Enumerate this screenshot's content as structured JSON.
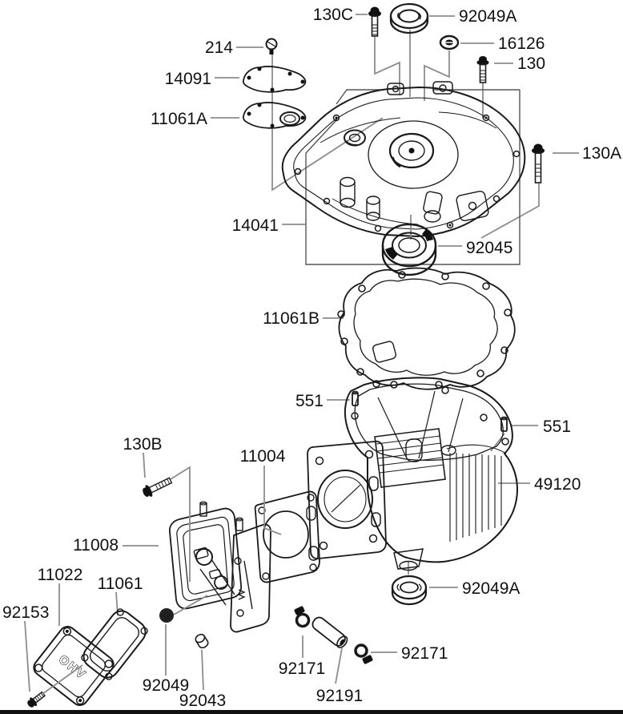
{
  "page": {
    "background": "#ffffff",
    "footer_bar_color": "#111111"
  },
  "diagram": {
    "line_color": "#1a1a1a",
    "leader_color": "#8c8c8c",
    "rocker_cover_text": "OHV",
    "parts": [
      {
        "label": "130C",
        "name": "flange-bolt-130c"
      },
      {
        "label": "92049A",
        "name": "oil-seal-top"
      },
      {
        "label": "16126",
        "name": "washer"
      },
      {
        "label": "130",
        "name": "flange-bolt-130"
      },
      {
        "label": "214",
        "name": "breather-screw"
      },
      {
        "label": "14091",
        "name": "breather-plate"
      },
      {
        "label": "11061A",
        "name": "breather-gasket"
      },
      {
        "label": "130A",
        "name": "flange-bolt-130a"
      },
      {
        "label": "14041",
        "name": "crankcase-cover"
      },
      {
        "label": "92045",
        "name": "ball-bearing"
      },
      {
        "label": "11061B",
        "name": "crankcase-cover-gasket"
      },
      {
        "label": "551",
        "name": "dowel-pin-left"
      },
      {
        "label": "551",
        "name": "dowel-pin-right"
      },
      {
        "label": "130B",
        "name": "flange-bolt-130b"
      },
      {
        "label": "11004",
        "name": "head-gasket"
      },
      {
        "label": "49120",
        "name": "crankcase-cylinder"
      },
      {
        "label": "11008",
        "name": "cylinder-head"
      },
      {
        "label": "11022",
        "name": "rocker-cover"
      },
      {
        "label": "11061",
        "name": "rocker-cover-gasket"
      },
      {
        "label": "92153",
        "name": "cover-bolt"
      },
      {
        "label": "92049",
        "name": "valve-stem-seal"
      },
      {
        "label": "92043",
        "name": "pin"
      },
      {
        "label": "92171",
        "name": "clamp-left"
      },
      {
        "label": "92191",
        "name": "tube"
      },
      {
        "label": "92171",
        "name": "clamp-right"
      },
      {
        "label": "92049A",
        "name": "oil-seal-bottom"
      }
    ]
  }
}
